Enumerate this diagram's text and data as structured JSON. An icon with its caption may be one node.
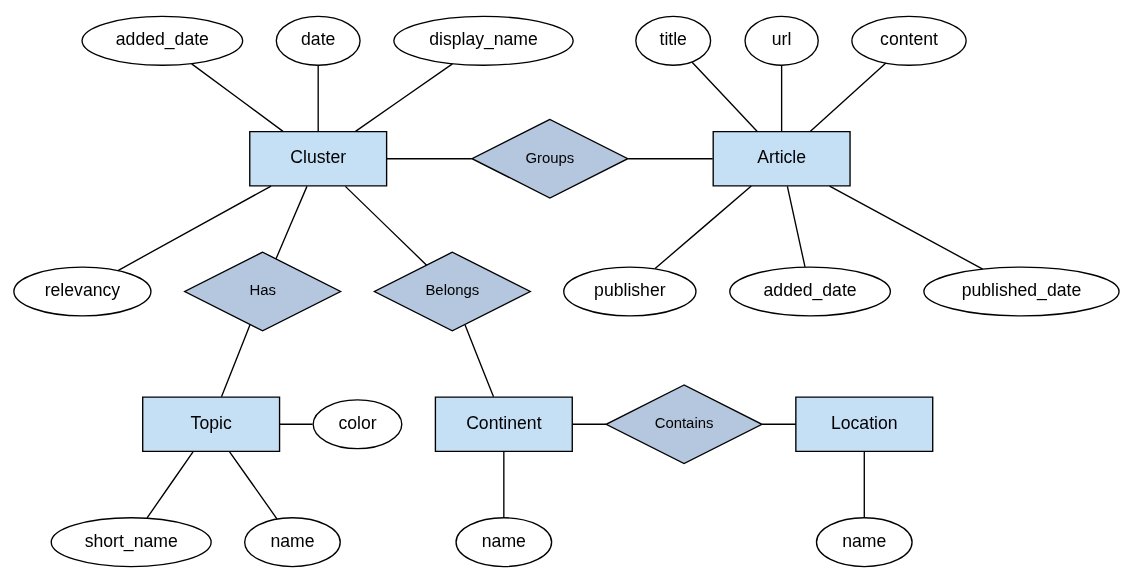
{
  "diagram": {
    "nodes": [
      {
        "text": [
          "title"
        ]
      },
      {
        "text": [
          "url"
        ]
      },
      {
        "text": [
          "added_date"
        ]
      },
      {
        "text": [
          "date"
        ]
      },
      {
        "text": [
          "content"
        ]
      },
      {
        "text": [
          "display_name"
        ]
      },
      {
        "text": [
          "Cluster"
        ]
      },
      {
        "text": [
          "Groups"
        ]
      },
      {
        "text": [
          "Article"
        ]
      },
      {
        "text": [
          "publisher"
        ]
      },
      {
        "text": [
          "relevancy"
        ]
      },
      {
        "text": [
          "added_date"
        ]
      },
      {
        "text": [
          "Has"
        ]
      },
      {
        "text": [
          "Belongs"
        ]
      },
      {
        "text": [
          "published_date"
        ]
      },
      {
        "text": [
          "color"
        ]
      },
      {
        "text": [
          "Topic"
        ]
      },
      {
        "text": [
          "Continent"
        ]
      },
      {
        "text": [
          "Contains"
        ]
      },
      {
        "text": [
          "Location"
        ]
      },
      {
        "text": [
          "name"
        ]
      },
      {
        "text": [
          "short_name"
        ]
      },
      {
        "text": [
          "name"
        ]
      },
      {
        "text": [
          "name"
        ]
      }
    ],
    "edges": [
      {
        "from": 6,
        "to": 2,
        "arrow": "none"
      },
      {
        "from": 6,
        "to": 3,
        "arrow": "none"
      },
      {
        "from": 6,
        "to": 5,
        "arrow": "none"
      },
      {
        "from": 6,
        "to": 10,
        "arrow": "none"
      },
      {
        "from": 6,
        "to": 7,
        "arrow": "none"
      },
      {
        "from": 7,
        "to": 8,
        "arrow": "none"
      },
      {
        "from": 8,
        "to": 0,
        "arrow": "none"
      },
      {
        "from": 8,
        "to": 1,
        "arrow": "none"
      },
      {
        "from": 8,
        "to": 4,
        "arrow": "none"
      },
      {
        "from": 8,
        "to": 9,
        "arrow": "none"
      },
      {
        "from": 8,
        "to": 11,
        "arrow": "none"
      },
      {
        "from": 8,
        "to": 14,
        "arrow": "none"
      },
      {
        "from": 6,
        "to": 12,
        "arrow": "none"
      },
      {
        "from": 12,
        "to": 16,
        "arrow": "none"
      },
      {
        "from": 6,
        "to": 13,
        "arrow": "none"
      },
      {
        "from": 13,
        "to": 17,
        "arrow": "none"
      },
      {
        "from": 16,
        "to": 15,
        "arrow": "none"
      },
      {
        "from": 16,
        "to": 20,
        "arrow": "none"
      },
      {
        "from": 16,
        "to": 21,
        "arrow": "none"
      },
      {
        "from": 17,
        "to": 18,
        "arrow": "none"
      },
      {
        "from": 18,
        "to": 19,
        "arrow": "none"
      },
      {
        "from": 17,
        "to": 22,
        "arrow": "none"
      },
      {
        "from": 19,
        "to": 23,
        "arrow": "none"
      }
    ]
  }
}
